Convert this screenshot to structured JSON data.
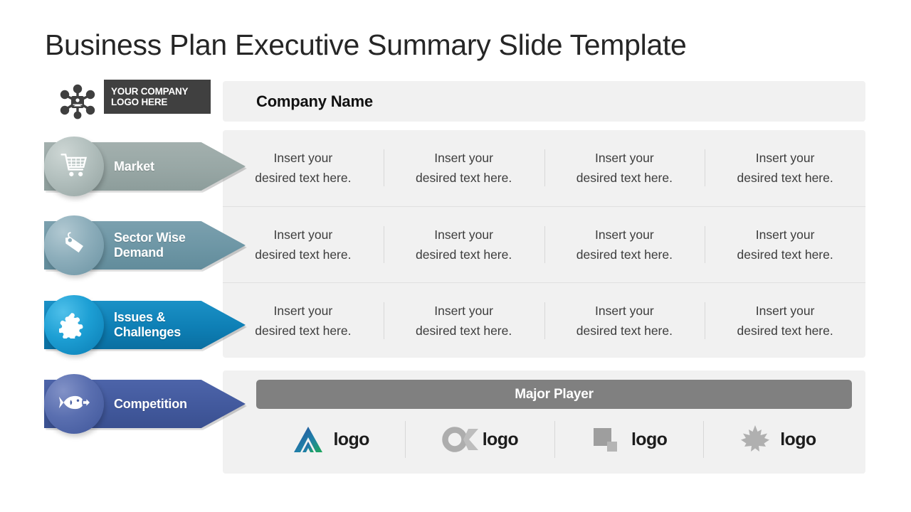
{
  "slide": {
    "title": "Business Plan Executive Summary Slide Template"
  },
  "brand": {
    "logo_icon": "network-hub-icon",
    "plate_line1": "YOUR COMPANY",
    "plate_line2": "LOGO HERE",
    "plate_bg": "#404040"
  },
  "header": {
    "company_name": "Company Name"
  },
  "rows": [
    {
      "label": "Market",
      "icon": "shopping-cart-icon",
      "color": "#98a7a5",
      "color_dark": "#8a9a98",
      "cells": [
        {
          "line1": "Insert your",
          "line2": "desired text here."
        },
        {
          "line1": "Insert your",
          "line2": "desired text here."
        },
        {
          "line1": "Insert your",
          "line2": "desired text here."
        },
        {
          "line1": "Insert your",
          "line2": "desired text here."
        }
      ]
    },
    {
      "label_line1": "Sector Wise",
      "label_line2": "Demand",
      "icon": "price-tag-icon",
      "color": "#6d96a5",
      "color_dark": "#5f8999",
      "cells": [
        {
          "line1": "Insert your",
          "line2": "desired text here."
        },
        {
          "line1": "Insert your",
          "line2": "desired text here."
        },
        {
          "line1": "Insert your",
          "line2": "desired text here."
        },
        {
          "line1": "Insert your",
          "line2": "desired text here."
        }
      ]
    },
    {
      "label_line1": "Issues &",
      "label_line2": "Challenges",
      "icon": "puzzle-piece-icon",
      "color": "#0e7fb5",
      "color_dark": "#0d74a6",
      "cells": [
        {
          "line1": "Insert your",
          "line2": "desired text here."
        },
        {
          "line1": "Insert your",
          "line2": "desired text here."
        },
        {
          "line1": "Insert your",
          "line2": "desired text here."
        },
        {
          "line1": "Insert your",
          "line2": "desired text here."
        }
      ]
    },
    {
      "label": "Competition",
      "icon": "fish-icon",
      "color": "#42599d",
      "color_dark": "#3b5191"
    }
  ],
  "major_player": {
    "bar_label": "Major Player",
    "bar_color": "#808080",
    "logos": [
      {
        "mark": "triangle-arrow-logo-icon",
        "label": "logo"
      },
      {
        "mark": "o-ring-logo-icon",
        "label": "logo"
      },
      {
        "mark": "squares-logo-icon",
        "label": "logo"
      },
      {
        "mark": "maple-leaf-logo-icon",
        "label": "logo"
      }
    ]
  }
}
